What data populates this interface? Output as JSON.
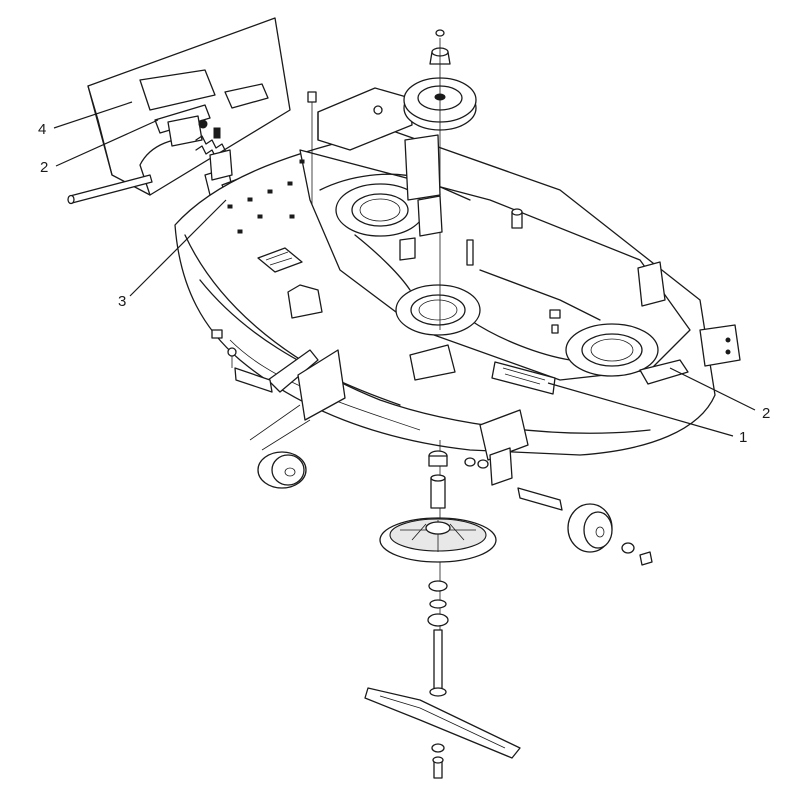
{
  "callouts": [
    {
      "id": "c4",
      "text": "4"
    },
    {
      "id": "c2a",
      "text": "2"
    },
    {
      "id": "c3",
      "text": "3"
    },
    {
      "id": "c1",
      "text": "1"
    },
    {
      "id": "c2b",
      "text": "2"
    }
  ],
  "colors": {
    "line": "#1a1a1a",
    "background": "#ffffff",
    "shade": "#e8e8e8"
  }
}
